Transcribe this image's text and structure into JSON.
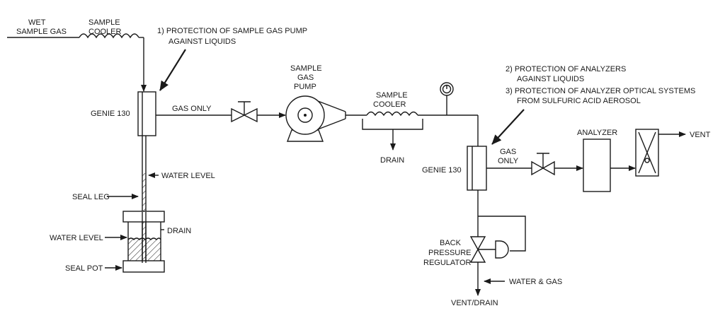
{
  "labels": {
    "wet_sample_gas_line1": "WET",
    "wet_sample_gas_line2": "SAMPLE GAS",
    "sample_cooler_1_line1": "SAMPLE",
    "sample_cooler_1_line2": "COOLER",
    "note1_line1": "1) PROTECTION OF SAMPLE GAS PUMP",
    "note1_line2": "AGAINST LIQUIDS",
    "genie_130_first": "GENIE 130",
    "gas_only_first": "GAS ONLY",
    "pump_line1": "SAMPLE",
    "pump_line2": "GAS",
    "pump_line3": "PUMP",
    "sample_cooler_2_line1": "SAMPLE",
    "sample_cooler_2_line2": "COOLER",
    "drain_cooler": "DRAIN",
    "note2_line1": "2) PROTECTION OF ANALYZERS",
    "note2_line2": "AGAINST LIQUIDS",
    "note3_line1": "3) PROTECTION OF ANALYZER OPTICAL SYSTEMS",
    "note3_line2": "FROM SULFURIC ACID AEROSOL",
    "genie_130_second": "GENIE 130",
    "gas_only_second_line1": "GAS",
    "gas_only_second_line2": "ONLY",
    "analyzer": "ANALYZER",
    "vent": "VENT",
    "water_level_top": "WATER LEVEL",
    "seal_leg": "SEAL LEG",
    "drain_seal_pot": "DRAIN",
    "water_level_pot": "WATER LEVEL",
    "seal_pot": "SEAL POT",
    "bpr_line1": "BACK",
    "bpr_line2": "PRESSURE",
    "bpr_line3": "REGULATOR",
    "water_and_gas": "WATER & GAS",
    "vent_drain": "VENT/DRAIN"
  }
}
